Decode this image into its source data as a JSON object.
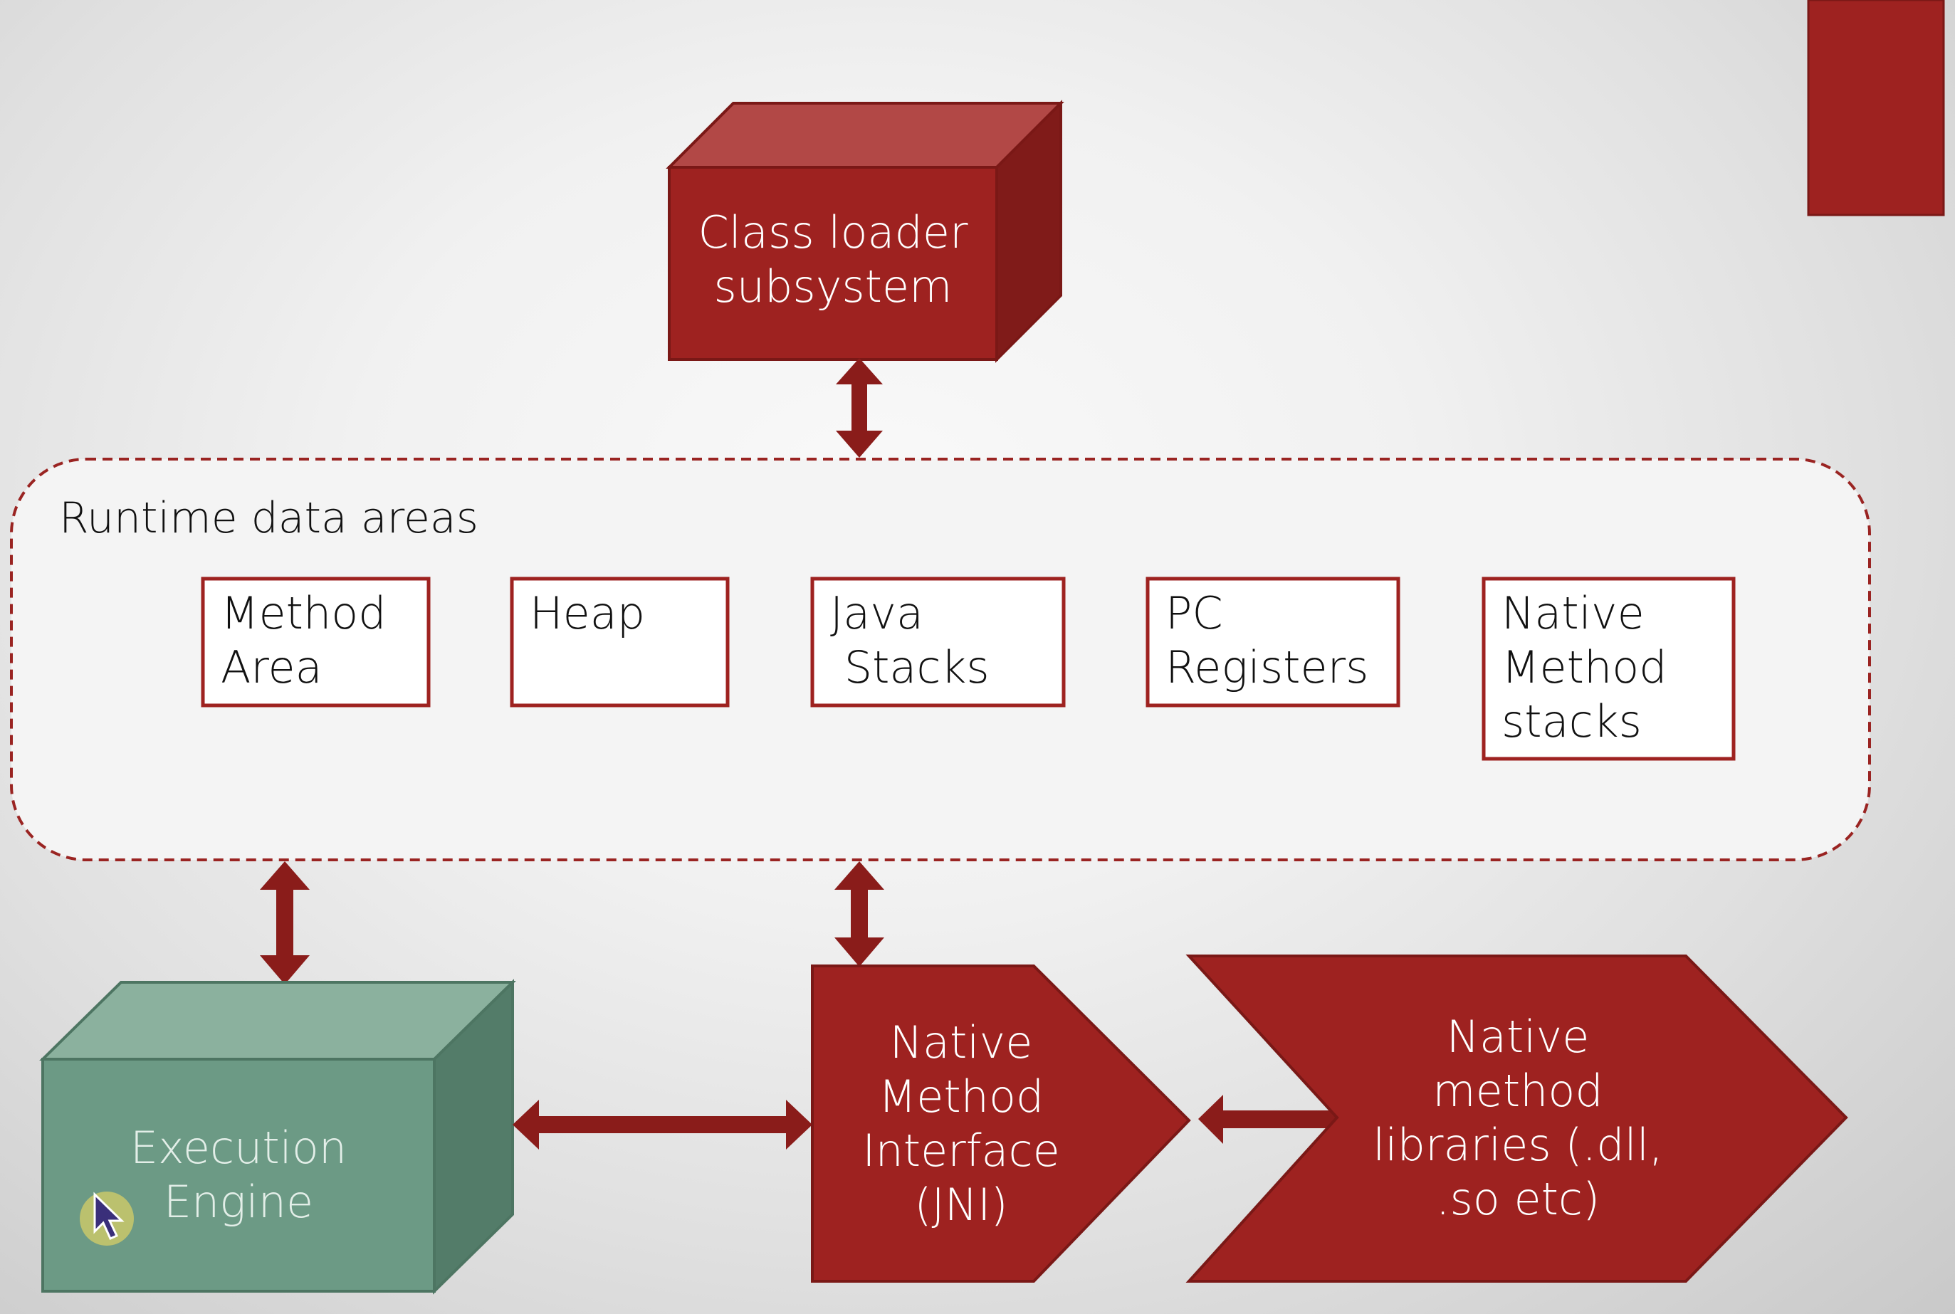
{
  "diagram": {
    "class_loader": [
      "Class loader",
      "subsystem"
    ],
    "runtime_area_title": "Runtime data areas",
    "runtime_boxes": [
      {
        "lines": [
          "Method",
          "Area"
        ]
      },
      {
        "lines": [
          "Heap"
        ]
      },
      {
        "lines": [
          "Java",
          " Stacks"
        ]
      },
      {
        "lines": [
          "PC",
          "Registers"
        ]
      },
      {
        "lines": [
          "Native",
          "Method",
          "stacks"
        ]
      }
    ],
    "execution_engine": [
      "Execution",
      "Engine"
    ],
    "native_interface": [
      "Native",
      "Method",
      "Interface",
      "(JNI)"
    ],
    "native_libraries": [
      "Native",
      "method",
      "libraries (.dll,",
      ".so etc)"
    ]
  },
  "icons": {
    "pointer": "mouse-pointer-icon"
  },
  "colors": {
    "red_front": "#9e2220",
    "red_top": "#b24846",
    "red_side": "#801b19",
    "green_front": "#6c9a85",
    "green_top": "#8bb19e",
    "green_side": "#537c69",
    "arrow": "#8a1c1a",
    "dashed_border": "#9a2422",
    "runtime_fill": "#f4f4f4"
  }
}
